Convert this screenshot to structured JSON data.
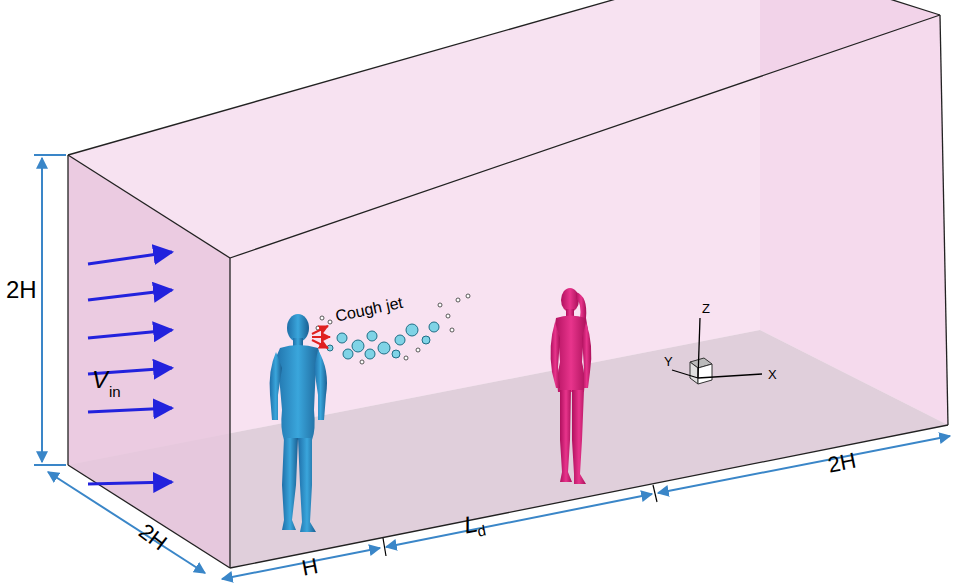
{
  "diagram": {
    "labels": [
      "2H",
      "V",
      "in",
      "2H",
      "H",
      "L",
      "d",
      "2H",
      "Cough jet",
      "Z",
      "Y",
      "X"
    ]
  }
}
